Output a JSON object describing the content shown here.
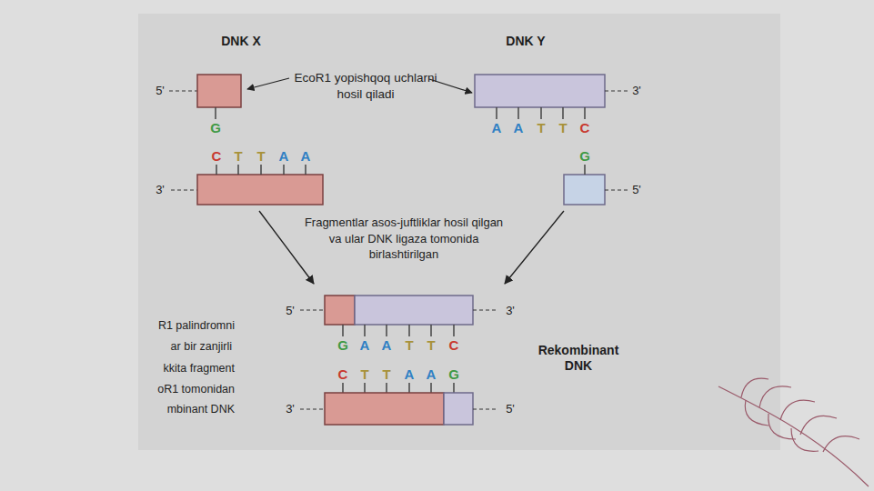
{
  "diagram": {
    "nodes": [
      {
        "text": [
          "DNK X",
          "5'",
          "G",
          "C",
          "T",
          "T",
          "A",
          "A",
          "3'"
        ]
      },
      {
        "text": [
          "DNK Y",
          "3'",
          "A",
          "A",
          "T",
          "T",
          "C",
          "G",
          "5'"
        ]
      },
      {
        "text": [
          "Rekombinant DNK",
          "5'",
          "3'",
          "G",
          "A",
          "A",
          "T",
          "T",
          "C",
          "C",
          "T",
          "T",
          "A",
          "A",
          "G",
          "3'",
          "5'"
        ]
      }
    ],
    "edges": [
      {
        "from": 0,
        "to": 2,
        "arrow": "to"
      },
      {
        "from": 1,
        "to": 2,
        "arrow": "to"
      }
    ],
    "labels": [
      "EcoR1 yopishqoq uchlarni hosil qiladi",
      "Fragmentlar asos-juftliklar hosil qilgan va ular DNK ligaza tomonida birlashtirilgan",
      "R1 palindromni",
      "ar bir zanjirli",
      "kkita fragment",
      "oR1 tomonidan",
      "mbinant DNK"
    ]
  }
}
